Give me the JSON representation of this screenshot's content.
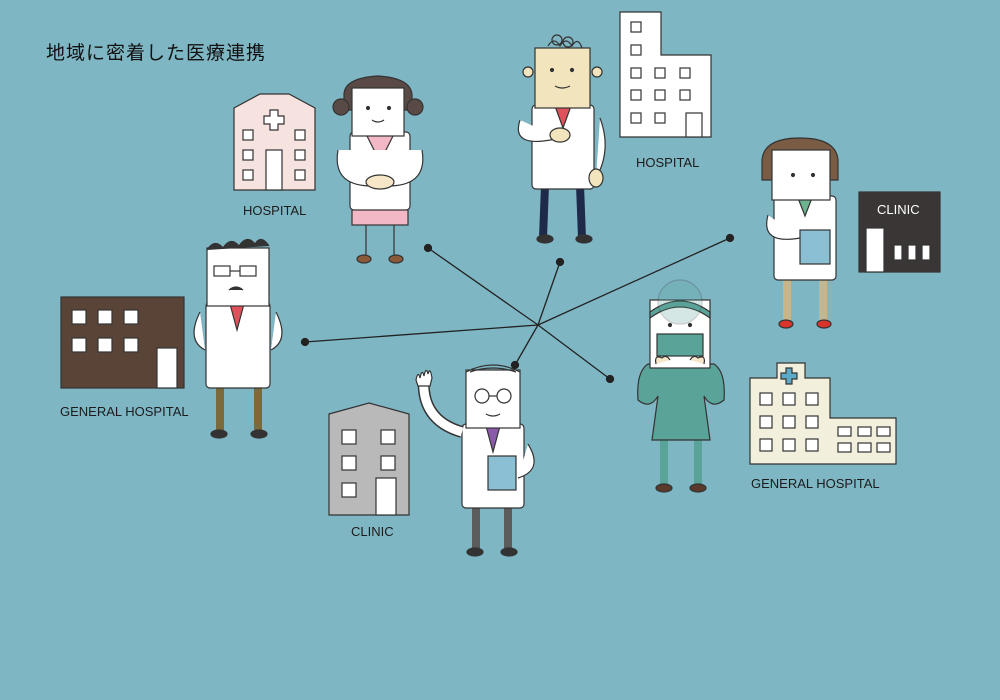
{
  "page": {
    "title": "地域に密着した医療連携",
    "background_color": "#7fb6c4"
  },
  "buildings": [
    {
      "name": "hospital-pink",
      "label": "HOSPITAL",
      "color": "#f6e3df",
      "icon": "cross-icon"
    },
    {
      "name": "hospital-white",
      "label": "HOSPITAL",
      "color": "#ffffff",
      "icon": "none"
    },
    {
      "name": "clinic-black",
      "label": "CLINIC",
      "color": "#3a3636",
      "icon": "none"
    },
    {
      "name": "general-hospital-brown",
      "label": "GENERAL HOSPITAL",
      "color": "#5a4438",
      "icon": "none"
    },
    {
      "name": "clinic-gray",
      "label": "CLINIC",
      "color": "#b9b9b9",
      "icon": "none"
    },
    {
      "name": "general-hospital-cream",
      "label": "GENERAL HOSPITAL",
      "color": "#f2efdc",
      "icon": "cross-icon"
    }
  ],
  "people": [
    "nurse-pink",
    "doctor-tan",
    "nurse-green-dress",
    "doctor-glasses-mustache",
    "doctor-waving",
    "surgeon-masked"
  ]
}
